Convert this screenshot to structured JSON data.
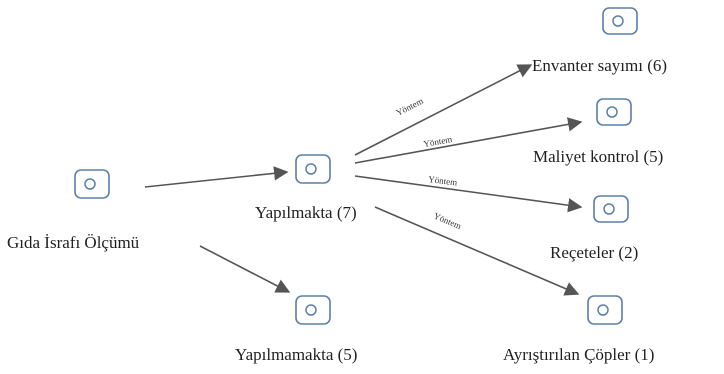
{
  "colors": {
    "icon_stroke": "#5a7faa",
    "edge": "#555555",
    "text": "#1f1f1f"
  },
  "nodes": {
    "root": {
      "label": "Gıda İsrafı Ölçümü",
      "icon": "code-node-icon"
    },
    "yes": {
      "label": "Yapılmakta (7)",
      "icon": "code-node-icon"
    },
    "no": {
      "label": "Yapılmamakta (5)",
      "icon": "code-node-icon"
    },
    "inventory": {
      "label": "Envanter sayımı (6)",
      "icon": "code-node-icon"
    },
    "cost": {
      "label": "Maliyet kontrol (5)",
      "icon": "code-node-icon"
    },
    "recipes": {
      "label": "Reçeteler (2)",
      "icon": "code-node-icon"
    },
    "waste": {
      "label": "Ayrıştırılan Çöpler (1)",
      "icon": "code-node-icon"
    }
  },
  "edges": {
    "inventory": {
      "label": "Yöntem"
    },
    "cost": {
      "label": "Yöntem"
    },
    "recipes": {
      "label": "Yöntem"
    },
    "waste": {
      "label": "Yöntem"
    }
  }
}
